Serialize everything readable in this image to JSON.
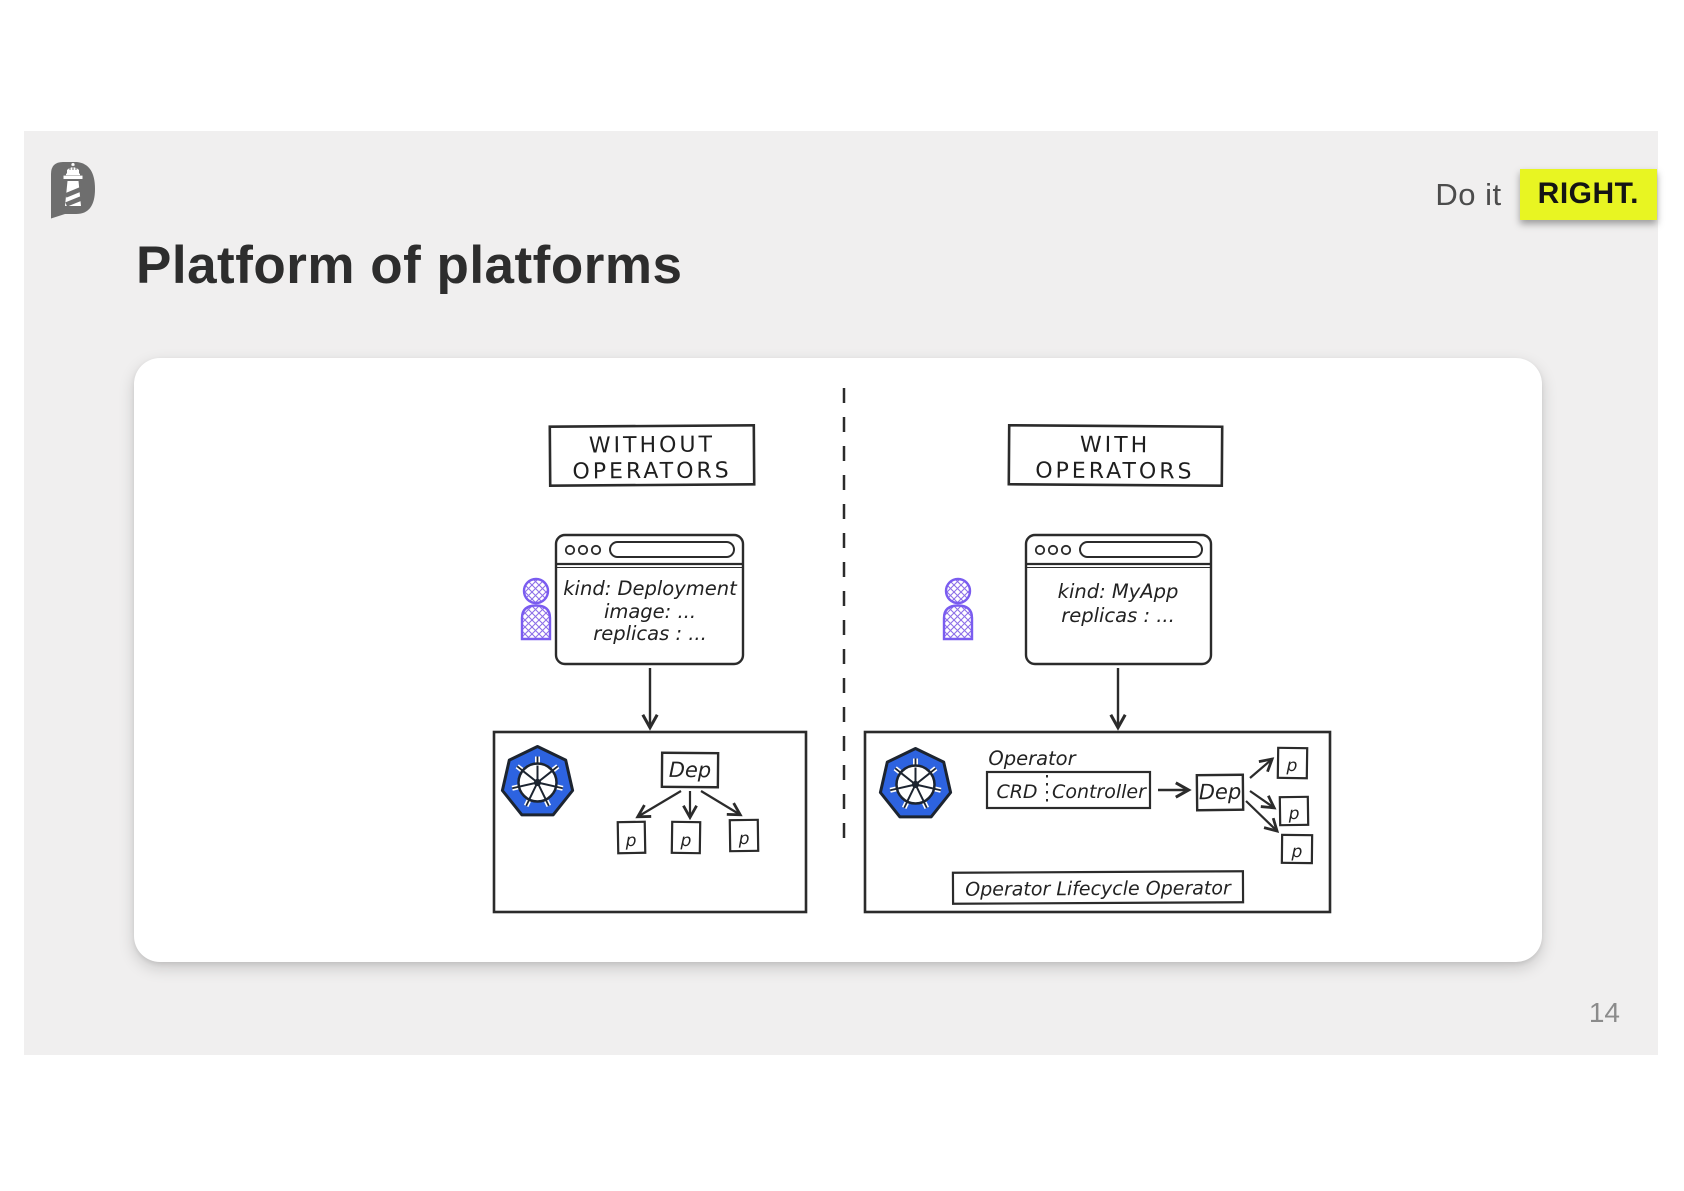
{
  "header": {
    "logo": "lighthouse-p-logo",
    "tagline_prefix": "Do it",
    "tagline_highlight": "RIGHT."
  },
  "title": "Platform of platforms",
  "page_number": "14",
  "diagram": {
    "without": {
      "header_line1": "WITHOUT",
      "header_line2": "OPERATORS",
      "manifest_lines": [
        "kind: Deployment",
        "image: ...",
        "replicas : ..."
      ],
      "cluster_icon": "kubernetes-icon",
      "user_icon": "user-icon",
      "dep_label": "Dep",
      "pod_label": "p"
    },
    "with": {
      "header_line1": "WITH",
      "header_line2": "OPERATORS",
      "manifest_lines": [
        "kind: MyApp",
        "replicas : ..."
      ],
      "operator_label": "Operator",
      "crd_label": "CRD",
      "controller_label": "Controller",
      "dep_label": "Dep",
      "pod_label": "p",
      "olm_label": "Operator Lifecycle Operator"
    }
  },
  "colors": {
    "slide_background": "#f0efef",
    "highlight_yellow": "#e8f522",
    "kubernetes_blue": "#2d63e0",
    "person_purple": "#8d6fe8",
    "ink": "#2b2b2b",
    "title_text": "#2d2d2d",
    "page_number_gray": "#8b8b8b"
  }
}
